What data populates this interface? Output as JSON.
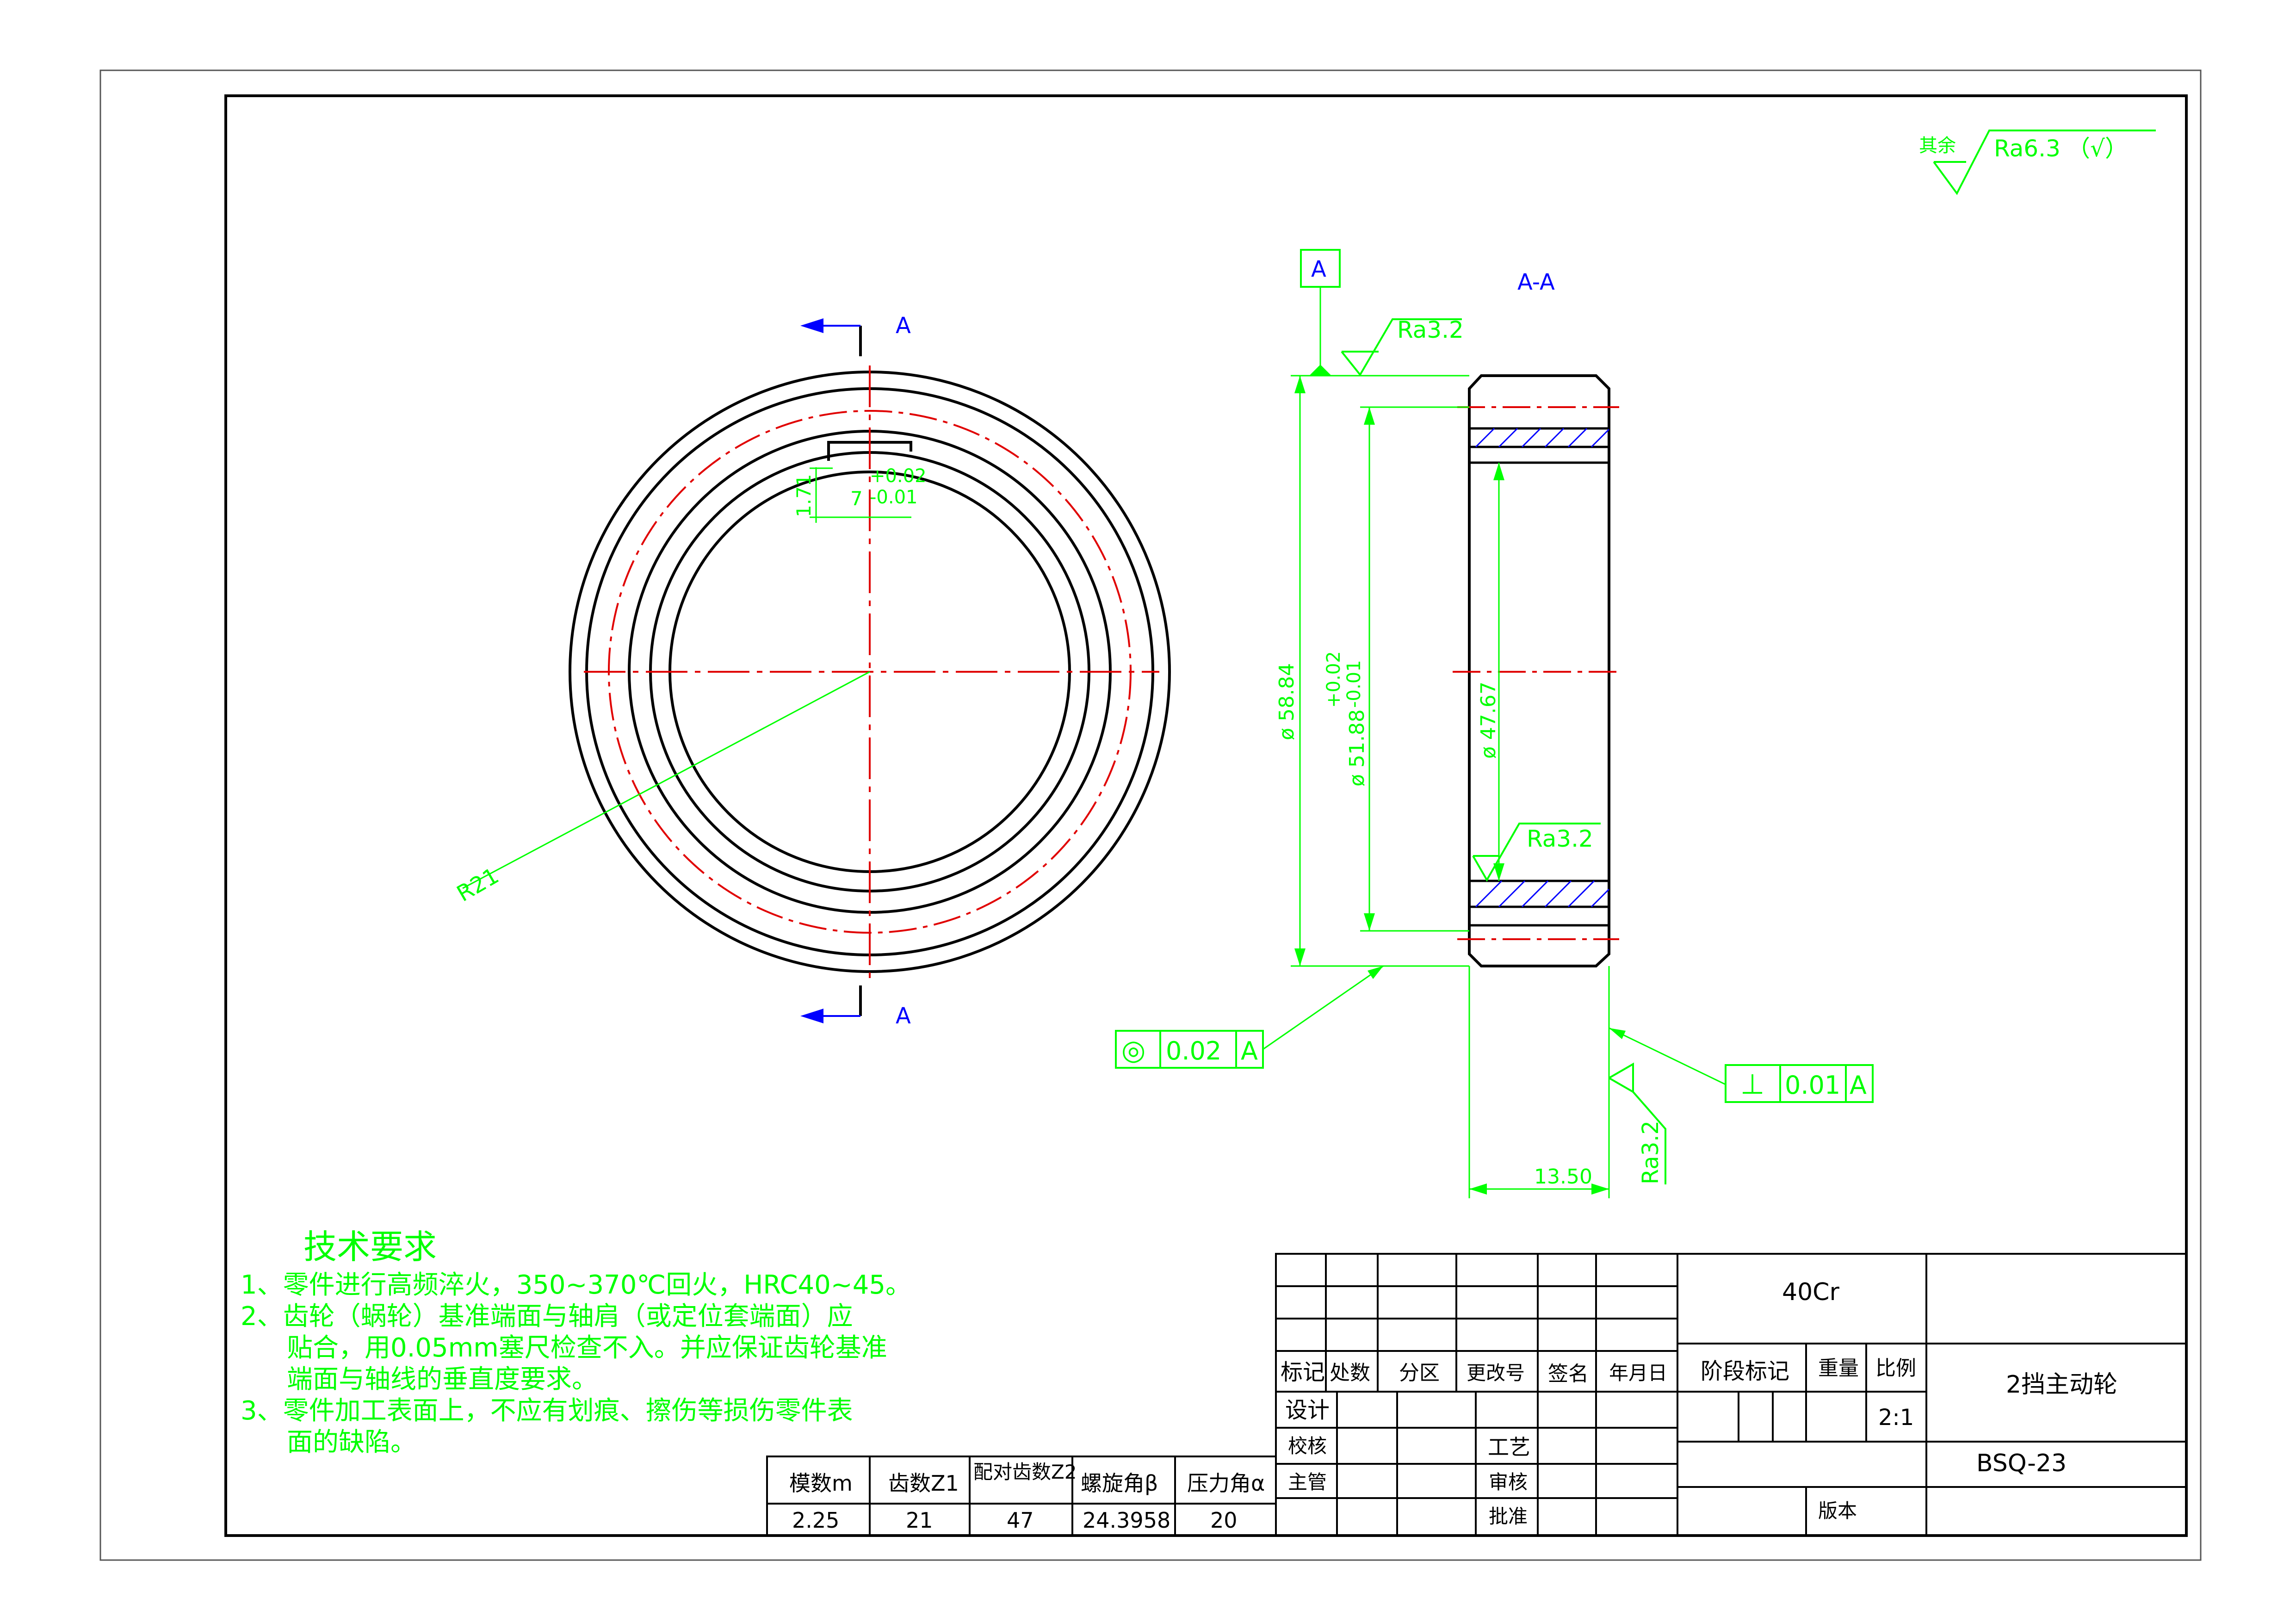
{
  "surface_finish_general": {
    "label": "其余",
    "value": "Ra6.3",
    "suffix": "（√）"
  },
  "datum": "A",
  "section_title": "A-A",
  "section_marks": {
    "top": "A",
    "bottom": "A"
  },
  "front_view": {
    "radius_label": "R21",
    "keyway_height": "1.71",
    "keyway_width": "7",
    "keyway_tol_upper": "+0.02",
    "keyway_tol_lower": "-0.01"
  },
  "section_view": {
    "outer_dia": "ø 58.84",
    "inner_dia": "ø 51.88",
    "inner_tol_upper": "+0.02",
    "inner_tol_lower": "-0.01",
    "bore_dia": "ø 47.67",
    "roughness_top": "Ra3.2",
    "roughness_inner": "Ra3.2",
    "roughness_side": "Ra3.2",
    "width": "13.50"
  },
  "tolerance_frames": {
    "concentricity": {
      "symbol": "◎",
      "value": "0.02",
      "datum": "A"
    },
    "perpendicularity": {
      "symbol": "⊥",
      "value": "0.01",
      "datum": "A"
    }
  },
  "tech_requirements": {
    "title": "技术要求",
    "lines": [
      "1、零件进行高频淬火，350~370℃回火，HRC40~45。",
      "2、齿轮（蜗轮）基准端面与轴肩（或定位套端面）应",
      "贴合，用0.05mm塞尺检查不入。并应保证齿轮基准",
      "端面与轴线的垂直度要求。",
      "3、零件加工表面上，不应有划痕、擦伤等损伤零件表",
      "面的缺陷。"
    ]
  },
  "gear_params": {
    "headers": [
      "模数m",
      "齿数Z1",
      "配对齿数Z2",
      "螺旋角β",
      "压力角α"
    ],
    "values": [
      "2.25",
      "21",
      "47",
      "24.3958",
      "20"
    ]
  },
  "title_block": {
    "material": "40Cr",
    "part_name": "2挡主动轮",
    "drawing_no": "BSQ-23",
    "scale": "2:1",
    "labels": {
      "mark": "标记",
      "count": "处数",
      "zone": "分区",
      "change_no": "更改号",
      "sign": "签名",
      "date": "年月日",
      "design": "设计",
      "check": "校核",
      "chief": "主管",
      "process": "工艺",
      "review": "审核",
      "approve": "批准",
      "stage": "阶段标记",
      "weight": "重量",
      "scale": "比例",
      "version": "版本"
    }
  }
}
